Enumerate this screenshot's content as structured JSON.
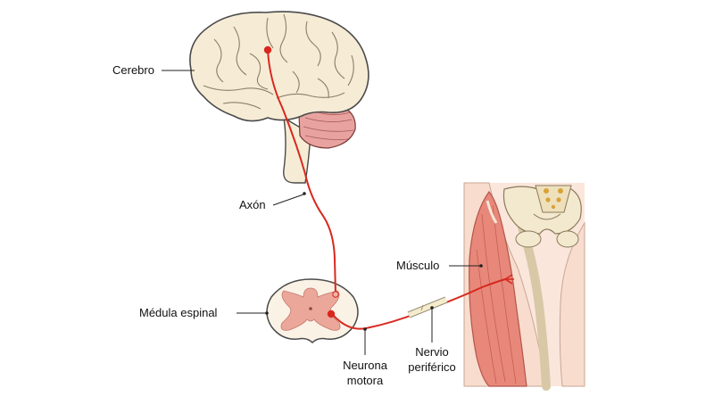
{
  "labels": {
    "brain": "Cerebro",
    "axon": "Axón",
    "muscle": "Músculo",
    "spinal_cord": "Médula espinal",
    "motor_neuron_line1": "Neurona",
    "motor_neuron_line2": "motora",
    "peripheral_nerve_line1": "Nervio",
    "peripheral_nerve_line2": "periférico"
  },
  "colors": {
    "brain_fill": "#f6ecd6",
    "brain_stroke": "#4a4a4a",
    "cerebellum": "#e8a3a0",
    "nerve_path": "#d8281e",
    "muscle": "#e7887a",
    "skin": "#fbe6dc",
    "bone": "#f3e9cf",
    "grey_matter": "#eba79a",
    "cord_fill": "#fbf2e6"
  }
}
